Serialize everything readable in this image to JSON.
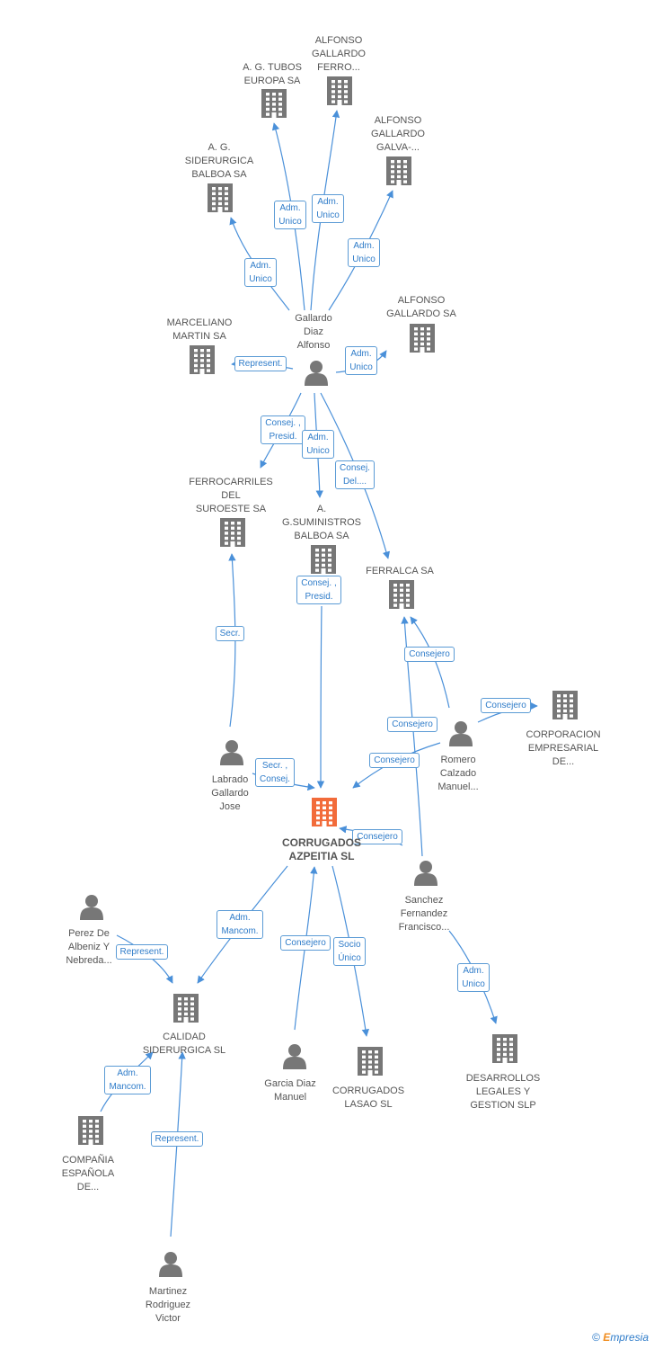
{
  "colors": {
    "edge": "#4a90d9",
    "company_icon": "#777777",
    "main_company_icon": "#f26b3a",
    "person_icon": "#777777",
    "label_text": "#555555",
    "edge_label_text": "#2f7cc9"
  },
  "nodes": [
    {
      "id": "ag_tubos",
      "kind": "company",
      "label": "A. G. TUBOS\nEUROPA SA"
    },
    {
      "id": "alfonso_ferro",
      "kind": "company",
      "label": "ALFONSO\nGALLARDO\nFERRO..."
    },
    {
      "id": "alfonso_galva",
      "kind": "company",
      "label": "ALFONSO\nGALLARDO\nGALVA-..."
    },
    {
      "id": "ag_siderurgica",
      "kind": "company",
      "label": "A. G.\nSIDERURGICA\nBALBOA SA"
    },
    {
      "id": "alfonso_sa",
      "kind": "company",
      "label": "ALFONSO\nGALLARDO SA"
    },
    {
      "id": "marceliano",
      "kind": "company",
      "label": "MARCELIANO\nMARTIN SA"
    },
    {
      "id": "gallardo_diaz",
      "kind": "person",
      "label": "Gallardo\nDiaz\nAlfonso"
    },
    {
      "id": "ferrocarriles",
      "kind": "company",
      "label": "FERROCARRILES\nDEL\nSUROESTE SA"
    },
    {
      "id": "ag_suministros",
      "kind": "company",
      "label": "A.\nG.SUMINISTROS\nBALBOA SA"
    },
    {
      "id": "ferralca",
      "kind": "company",
      "label": "FERRALCA SA"
    },
    {
      "id": "corporacion",
      "kind": "company",
      "label": "CORPORACION\nEMPRESARIAL\nDE..."
    },
    {
      "id": "romero",
      "kind": "person",
      "label": "Romero\nCalzado\nManuel..."
    },
    {
      "id": "labrado",
      "kind": "person",
      "label": "Labrado\nGallardo\nJose"
    },
    {
      "id": "corrugados_azpeitia",
      "kind": "main",
      "label": "CORRUGADOS\nAZPEITIA SL"
    },
    {
      "id": "sanchez",
      "kind": "person",
      "label": "Sanchez\nFernandez\nFrancisco..."
    },
    {
      "id": "perez",
      "kind": "person",
      "label": "Perez De\nAlbeniz Y\nNebreda..."
    },
    {
      "id": "calidad",
      "kind": "company",
      "label": "CALIDAD\nSIDERURGICA SL"
    },
    {
      "id": "garcia",
      "kind": "person",
      "label": "Garcia Diaz\nManuel"
    },
    {
      "id": "corrugados_lasao",
      "kind": "company",
      "label": "CORRUGADOS\nLASAO SL"
    },
    {
      "id": "desarrollos",
      "kind": "company",
      "label": "DESARROLLOS\nLEGALES Y\nGESTION SLP"
    },
    {
      "id": "compania",
      "kind": "company",
      "label": "COMPAÑIA\nESPAÑOLA\nDE..."
    },
    {
      "id": "martinez",
      "kind": "person",
      "label": "Martinez\nRodriguez\nVictor"
    }
  ],
  "edges": [
    {
      "from": "gallardo_diaz",
      "to": "ag_tubos",
      "label": "Adm.\nUnico"
    },
    {
      "from": "gallardo_diaz",
      "to": "alfonso_ferro",
      "label": "Adm.\nUnico"
    },
    {
      "from": "gallardo_diaz",
      "to": "alfonso_galva",
      "label": "Adm.\nUnico"
    },
    {
      "from": "gallardo_diaz",
      "to": "ag_siderurgica",
      "label": "Adm.\nUnico"
    },
    {
      "from": "gallardo_diaz",
      "to": "alfonso_sa",
      "label": "Adm.\nUnico"
    },
    {
      "from": "gallardo_diaz",
      "to": "marceliano",
      "label": "Represent."
    },
    {
      "from": "gallardo_diaz",
      "to": "ferrocarriles",
      "label": "Consej. ,\nPresid."
    },
    {
      "from": "gallardo_diaz",
      "to": "ag_suministros",
      "label": "Adm.\nUnico"
    },
    {
      "from": "gallardo_diaz",
      "to": "ferralca",
      "label": "Consej.\nDel...."
    },
    {
      "from": "ag_suministros",
      "to": "corrugados_azpeitia",
      "label": "Consej. ,\nPresid."
    },
    {
      "from": "labrado",
      "to": "ferrocarriles",
      "label": "Secr."
    },
    {
      "from": "labrado",
      "to": "corrugados_azpeitia",
      "label": "Secr. ,\nConsej."
    },
    {
      "from": "romero",
      "to": "ferralca",
      "label": "Consejero"
    },
    {
      "from": "romero",
      "to": "corporacion",
      "label": "Consejero"
    },
    {
      "from": "romero",
      "to": "corrugados_azpeitia",
      "label": "Consejero"
    },
    {
      "from": "sanchez",
      "to": "ferralca",
      "label": "Consejero"
    },
    {
      "from": "sanchez",
      "to": "corrugados_azpeitia",
      "label": "Consejero"
    },
    {
      "from": "sanchez",
      "to": "desarrollos",
      "label": "Adm.\nUnico"
    },
    {
      "from": "corrugados_azpeitia",
      "to": "calidad",
      "label": "Adm.\nMancom."
    },
    {
      "from": "perez",
      "to": "calidad",
      "label": "Represent."
    },
    {
      "from": "garcia",
      "to": "corrugados_azpeitia",
      "label": "Consejero"
    },
    {
      "from": "corrugados_azpeitia",
      "to": "corrugados_lasao",
      "label": "Socio\nÚnico"
    },
    {
      "from": "compania",
      "to": "calidad",
      "label": "Adm.\nMancom."
    },
    {
      "from": "martinez",
      "to": "calidad",
      "label": "Represent."
    }
  ],
  "footer": {
    "copyright": "©",
    "brand_first": "E",
    "brand_rest": "mpresia"
  }
}
